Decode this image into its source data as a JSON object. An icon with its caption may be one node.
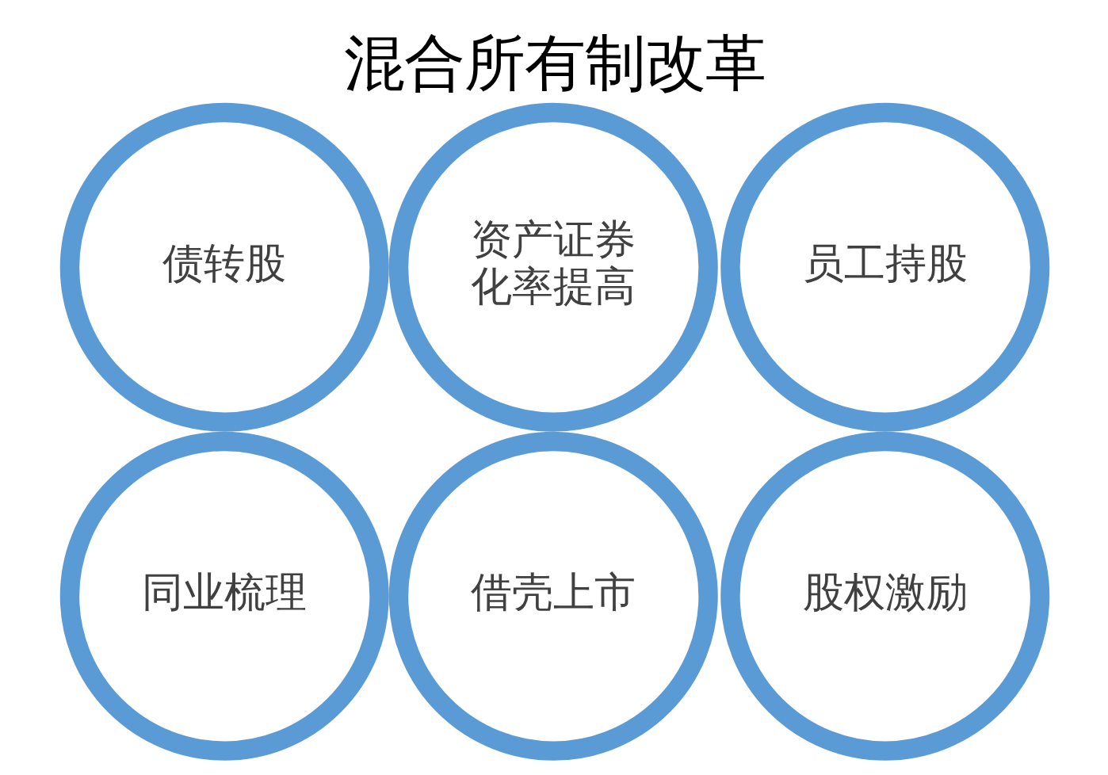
{
  "diagram": {
    "title": "混合所有制改革",
    "nodes": [
      {
        "text": [
          "债转股"
        ]
      },
      {
        "text": [
          "资产证券化率提高"
        ]
      },
      {
        "text": [
          "员工持股"
        ]
      },
      {
        "text": [
          "同业梳理"
        ]
      },
      {
        "text": [
          "借壳上市"
        ]
      },
      {
        "text": [
          "股权激励"
        ]
      }
    ]
  }
}
